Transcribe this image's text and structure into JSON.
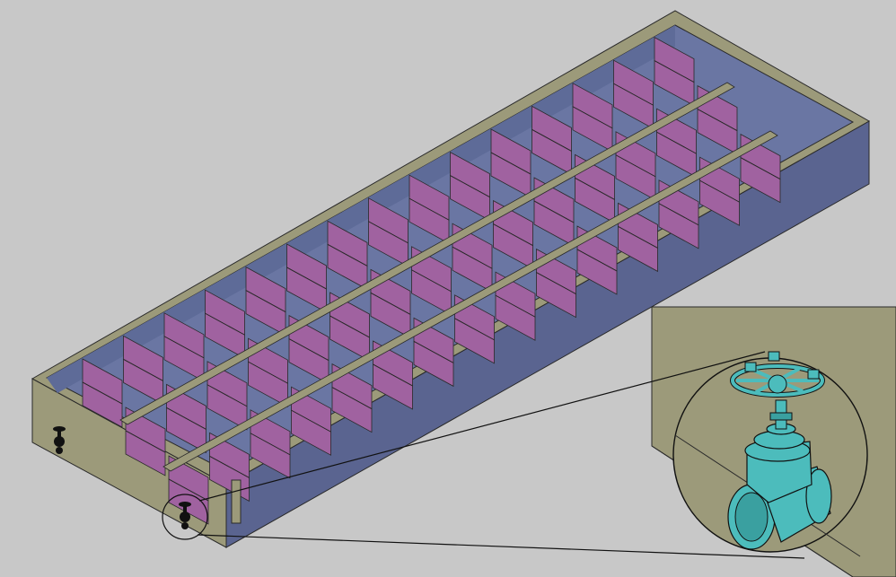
{
  "scene": {
    "subject": "isometric-tank-with-baffles",
    "colors": {
      "background": "#c8c8c8",
      "rim": "#9c9a7a",
      "rim_edge": "#2a2a2a",
      "outer_wall_long": "#5a6490",
      "outer_wall_end": "#9c9a7a",
      "inner_wall": "#5e6b98",
      "inner_floor": "#6a76a3",
      "baffle_front": "#a062a0",
      "baffle_back": "#7d4a82",
      "inset_bg": "#9c9a7a",
      "valve_body": "#4cbcbc",
      "valve_dark": "#2c8a8a",
      "line": "#111111"
    },
    "channels": 3,
    "baffle_pairs_per_channel": [
      15,
      15,
      15
    ],
    "valves": [
      {
        "name": "valve-left-end"
      },
      {
        "name": "valve-front-corner"
      }
    ],
    "inset": {
      "name": "valve-detail-magnifier",
      "icon": "gate-valve-icon"
    }
  }
}
